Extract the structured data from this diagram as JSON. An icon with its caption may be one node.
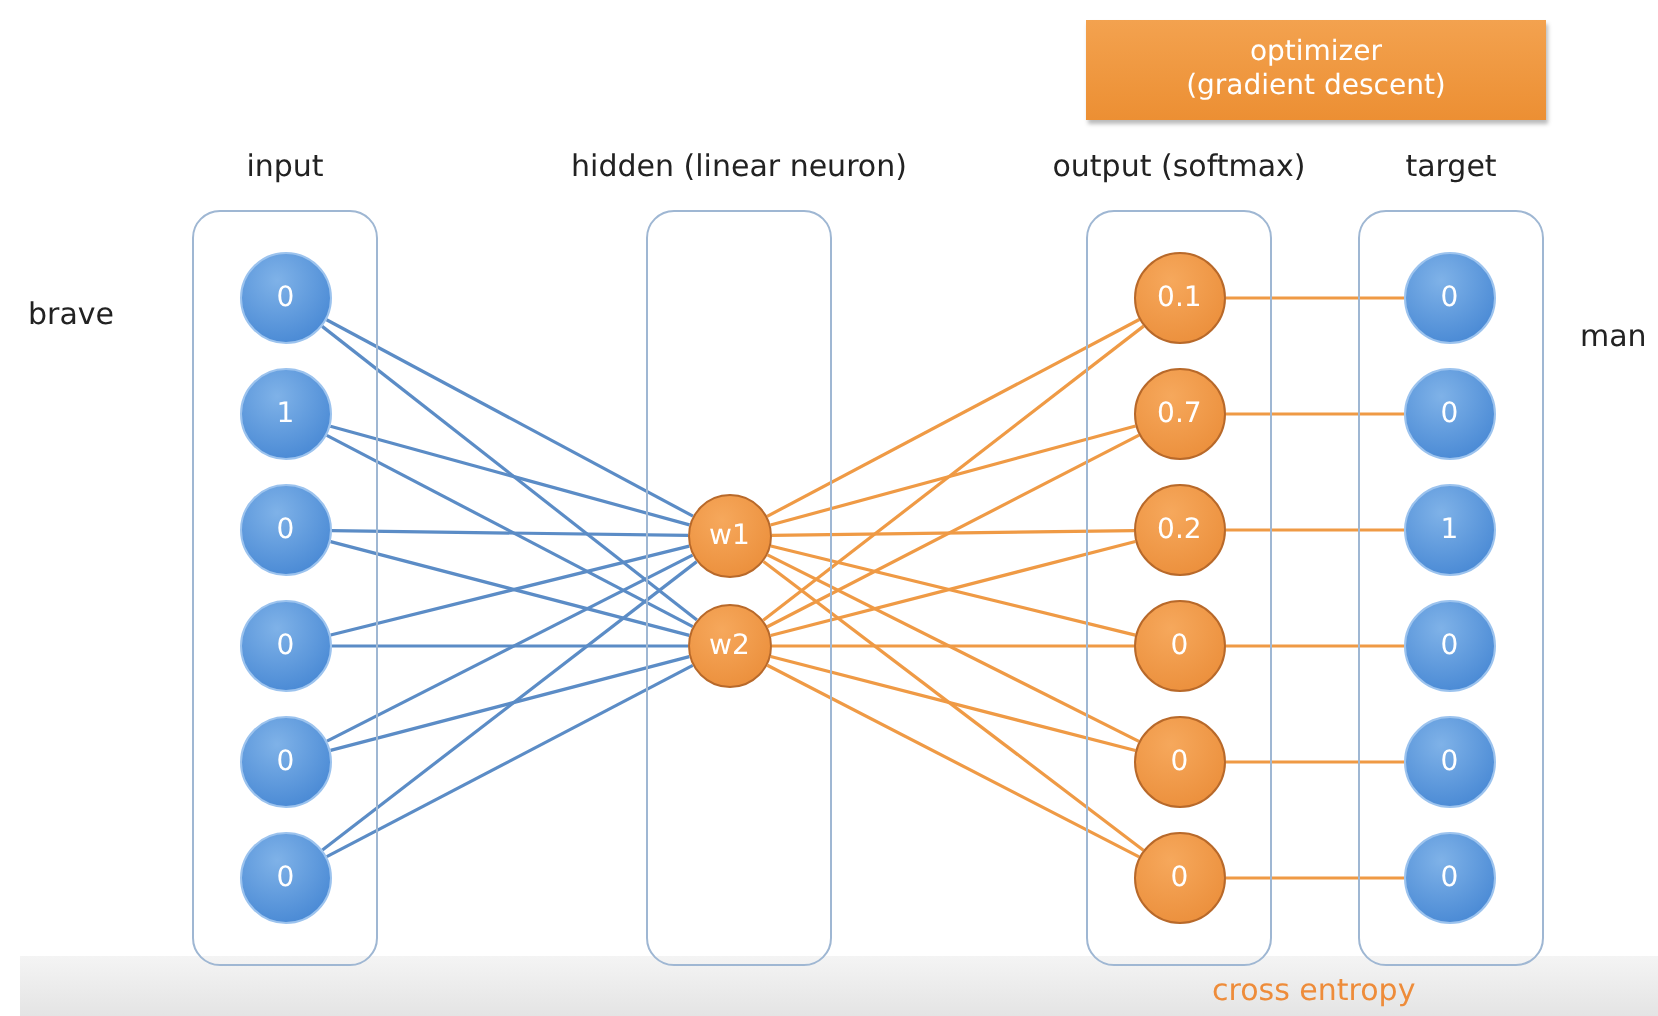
{
  "diagram": {
    "nodes": [
      {
        "text": [
          "optimizer (gradient descent)"
        ]
      },
      {
        "text": [
          "input"
        ]
      },
      {
        "text": [
          "0"
        ],
        "in": 1
      },
      {
        "text": [
          "1"
        ],
        "in": 1
      },
      {
        "text": [
          "0"
        ],
        "in": 1
      },
      {
        "text": [
          "0"
        ],
        "in": 1
      },
      {
        "text": [
          "0"
        ],
        "in": 1
      },
      {
        "text": [
          "0"
        ],
        "in": 1
      },
      {
        "text": [
          "hidden  (linear neuron)"
        ]
      },
      {
        "text": [
          "w1"
        ],
        "in": 8
      },
      {
        "text": [
          "w2"
        ],
        "in": 8
      },
      {
        "text": [
          "output (softmax)"
        ]
      },
      {
        "text": [
          "0.1"
        ],
        "in": 11
      },
      {
        "text": [
          "0.7"
        ],
        "in": 11
      },
      {
        "text": [
          "0.2"
        ],
        "in": 11
      },
      {
        "text": [
          "0"
        ],
        "in": 11
      },
      {
        "text": [
          "0"
        ],
        "in": 11
      },
      {
        "text": [
          "0"
        ],
        "in": 11
      },
      {
        "text": [
          "target"
        ]
      },
      {
        "text": [
          "0"
        ],
        "in": 18
      },
      {
        "text": [
          "0"
        ],
        "in": 18
      },
      {
        "text": [
          "1"
        ],
        "in": 18
      },
      {
        "text": [
          "0"
        ],
        "in": 18
      },
      {
        "text": [
          "0"
        ],
        "in": 18
      },
      {
        "text": [
          "0"
        ],
        "in": 18
      }
    ],
    "edges": [
      {
        "from": 2,
        "to": 9,
        "arrow": "none",
        "color": "#5b8cc6"
      },
      {
        "from": 2,
        "to": 10,
        "arrow": "none",
        "color": "#5b8cc6"
      },
      {
        "from": 3,
        "to": 9,
        "arrow": "none",
        "color": "#5b8cc6"
      },
      {
        "from": 3,
        "to": 10,
        "arrow": "none",
        "color": "#5b8cc6"
      },
      {
        "from": 4,
        "to": 9,
        "arrow": "none",
        "color": "#5b8cc6"
      },
      {
        "from": 4,
        "to": 10,
        "arrow": "none",
        "color": "#5b8cc6"
      },
      {
        "from": 5,
        "to": 9,
        "arrow": "none",
        "color": "#5b8cc6"
      },
      {
        "from": 5,
        "to": 10,
        "arrow": "none",
        "color": "#5b8cc6"
      },
      {
        "from": 6,
        "to": 9,
        "arrow": "none",
        "color": "#5b8cc6"
      },
      {
        "from": 6,
        "to": 10,
        "arrow": "none",
        "color": "#5b8cc6"
      },
      {
        "from": 7,
        "to": 9,
        "arrow": "none",
        "color": "#5b8cc6"
      },
      {
        "from": 7,
        "to": 10,
        "arrow": "none",
        "color": "#5b8cc6"
      },
      {
        "from": 9,
        "to": 12,
        "arrow": "none",
        "color": "#ef9a45"
      },
      {
        "from": 10,
        "to": 12,
        "arrow": "none",
        "color": "#ef9a45"
      },
      {
        "from": 9,
        "to": 13,
        "arrow": "none",
        "color": "#ef9a45"
      },
      {
        "from": 10,
        "to": 13,
        "arrow": "none",
        "color": "#ef9a45"
      },
      {
        "from": 9,
        "to": 14,
        "arrow": "none",
        "color": "#ef9a45"
      },
      {
        "from": 10,
        "to": 14,
        "arrow": "none",
        "color": "#ef9a45"
      },
      {
        "from": 9,
        "to": 15,
        "arrow": "none",
        "color": "#ef9a45"
      },
      {
        "from": 10,
        "to": 15,
        "arrow": "none",
        "color": "#ef9a45"
      },
      {
        "from": 9,
        "to": 16,
        "arrow": "none",
        "color": "#ef9a45"
      },
      {
        "from": 10,
        "to": 16,
        "arrow": "none",
        "color": "#ef9a45"
      },
      {
        "from": 9,
        "to": 17,
        "arrow": "none",
        "color": "#ef9a45"
      },
      {
        "from": 10,
        "to": 17,
        "arrow": "none",
        "color": "#ef9a45"
      },
      {
        "from": 12,
        "to": 19,
        "arrow": "none",
        "color": "#ef9a45"
      },
      {
        "from": 13,
        "to": 20,
        "arrow": "none",
        "color": "#ef9a45"
      },
      {
        "from": 14,
        "to": 21,
        "arrow": "none",
        "color": "#ef9a45"
      },
      {
        "from": 15,
        "to": 22,
        "arrow": "none",
        "color": "#ef9a45"
      },
      {
        "from": 16,
        "to": 23,
        "arrow": "none",
        "color": "#ef9a45"
      },
      {
        "from": 17,
        "to": 24,
        "arrow": "none",
        "color": "#ef9a45"
      }
    ],
    "labels": [
      "brave",
      "man",
      "cross entropy"
    ]
  }
}
